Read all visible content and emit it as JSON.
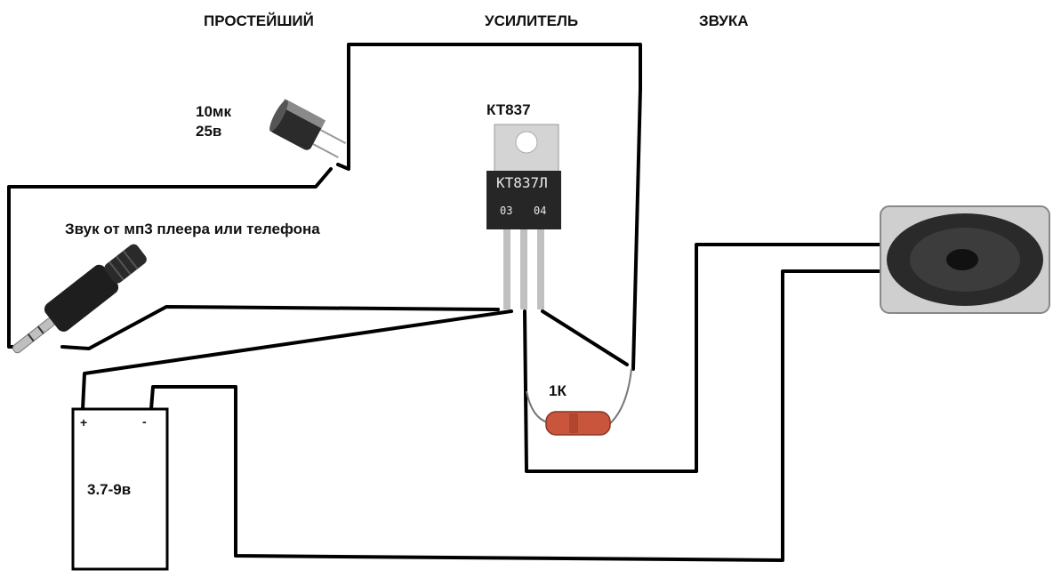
{
  "title": {
    "word1": "ПРОСТЕЙШИЙ",
    "word2": "УСИЛИТЕЛЬ",
    "word3": "ЗВУКА"
  },
  "capacitor": {
    "value_line1": "10мк",
    "value_line2": "25в"
  },
  "transistor": {
    "label": "КТ837",
    "marking_line1": "КТ837Л",
    "marking_line2a": "03",
    "marking_line2b": "04"
  },
  "input": {
    "label": "Звук от мп3 плеера или телефона"
  },
  "resistor": {
    "label": "1К"
  },
  "battery": {
    "plus": "+",
    "minus": "-",
    "voltage": "3.7-9в"
  },
  "colors": {
    "wire": "#000000",
    "resistor_body": "#c9563c",
    "transistor_body": "#222222",
    "heatsink": "#d0d0d0"
  }
}
